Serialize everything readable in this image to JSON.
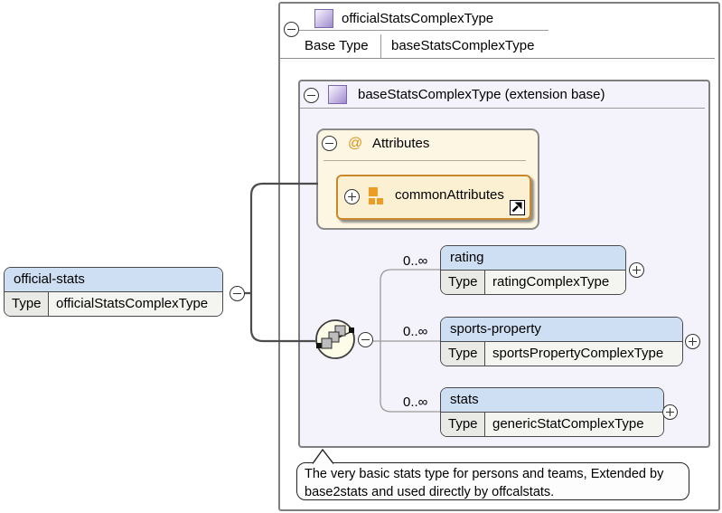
{
  "diagram": {
    "outer_type": {
      "title": "officialStatsComplexType",
      "base_type_label": "Base Type",
      "base_type_value": "baseStatsComplexType"
    },
    "inner_type": {
      "title": "baseStatsComplexType (extension base)"
    },
    "attributes": {
      "at_symbol": "@",
      "title": "Attributes",
      "group_label": "commonAttributes"
    },
    "root_element": {
      "name": "official-stats",
      "type_label": "Type",
      "type_value": "officialStatsComplexType"
    },
    "children": [
      {
        "name": "rating",
        "type_label": "Type",
        "type_value": "ratingComplexType",
        "multiplicity": "0..∞"
      },
      {
        "name": "sports-property",
        "type_label": "Type",
        "type_value": "sportsPropertyComplexType",
        "multiplicity": "0..∞"
      },
      {
        "name": "stats",
        "type_label": "Type",
        "type_value": "genericStatComplexType",
        "multiplicity": "0..∞"
      }
    ],
    "annotation": {
      "lines": [
        "The very basic stats type for persons and teams, Extended by",
        "base2stats and used directly by offcalstats."
      ]
    },
    "colors": {
      "element_header_blue": "#cfdff3",
      "container_purple": "#f4f2fb",
      "attributes_cream": "#fdf6e2",
      "attribute_group_cream": "#fcf0d2",
      "attribute_group_border_orange": "#c8882b",
      "icon_purple": "#a490cf",
      "icon_orange": "#eb9d26",
      "border_gray": "#7f7f7f"
    }
  }
}
